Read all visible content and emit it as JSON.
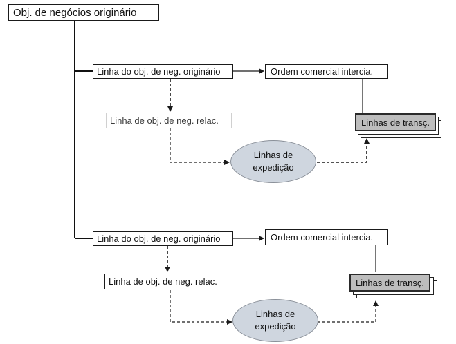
{
  "diagram": {
    "root": {
      "label": "Obj. de negócios originário"
    },
    "groups": [
      {
        "origin_line": "Linha do obj. de neg. originário",
        "order": "Ordem comercial intercia.",
        "related_line": "Linha de obj. de neg. relac.",
        "transactions": "Linhas de transç.",
        "expedition": {
          "line1": "Linhas de",
          "line2": "expedição"
        }
      },
      {
        "origin_line": "Linha do obj. de neg. originário",
        "order": "Ordem comercial intercia.",
        "related_line": "Linha de obj. de neg. relac.",
        "transactions": "Linhas de transç.",
        "expedition": {
          "line1": "Linhas de",
          "line2": "expedição"
        }
      }
    ]
  },
  "colors": {
    "stroke": "#1a1a1a",
    "ellipse_fill": "#cfd6df",
    "transactions_fill": "#bdbdbd"
  }
}
